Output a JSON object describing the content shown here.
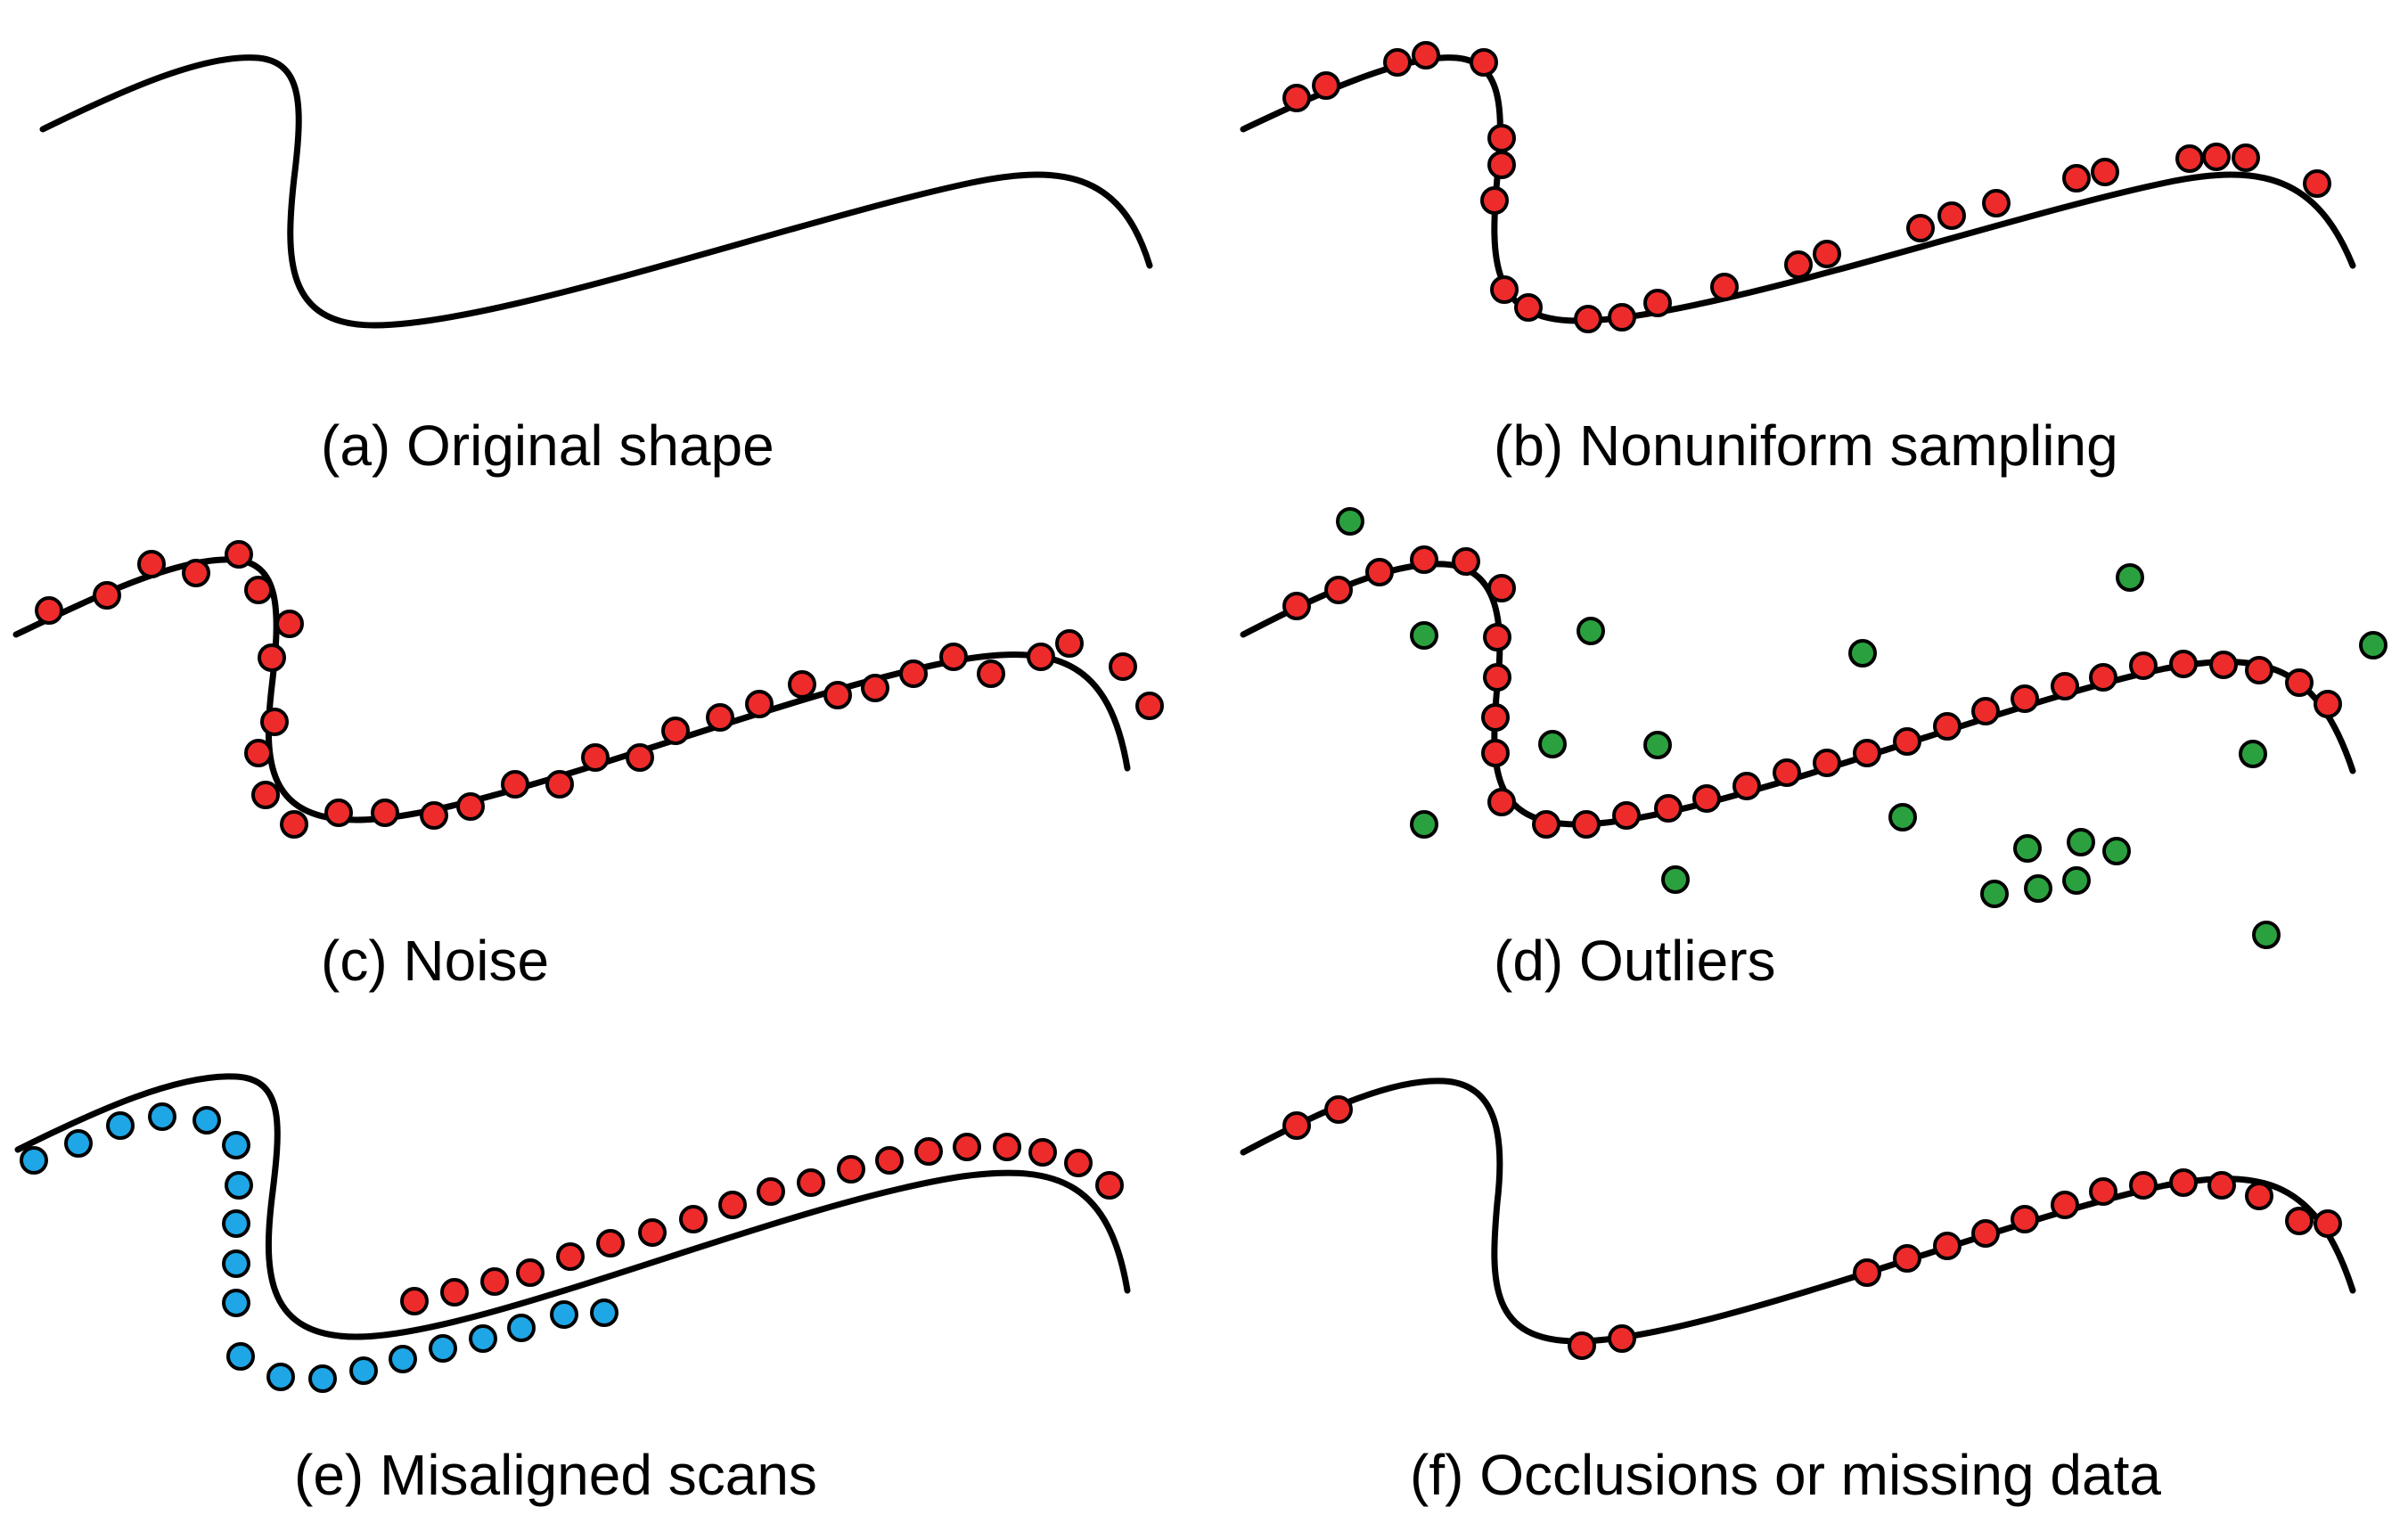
{
  "colors": {
    "curve": "#000000",
    "sample_point": "#ee2b2b",
    "outlier_point": "#2aa13e",
    "scan_point": "#1ea6e6",
    "point_outline": "#000000"
  },
  "panels": [
    {
      "id": "a",
      "caption": "(a) Original shape"
    },
    {
      "id": "b",
      "caption": "(b) Nonuniform sampling"
    },
    {
      "id": "c",
      "caption": "(c) Noise"
    },
    {
      "id": "d",
      "caption": "(d) Outliers"
    },
    {
      "id": "e",
      "caption": "(e) Misaligned scans"
    },
    {
      "id": "f",
      "caption": "(f) Occlusions or missing data"
    }
  ]
}
